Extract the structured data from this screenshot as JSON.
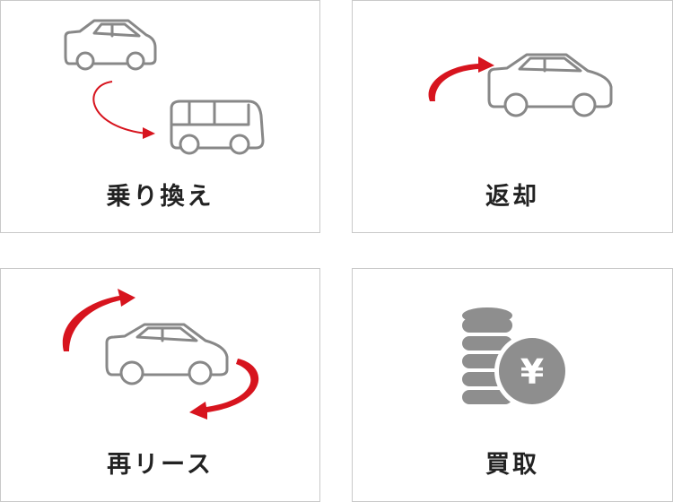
{
  "options": [
    {
      "label": "乗り換え",
      "icon": "car-to-bus-icon"
    },
    {
      "label": "返却",
      "icon": "car-return-icon"
    },
    {
      "label": "再リース",
      "icon": "car-cycle-icon"
    },
    {
      "label": "買取",
      "icon": "yen-coins-icon"
    }
  ],
  "colors": {
    "accent": "#d7141e",
    "outline": "#888888",
    "coin": "#8e8e8e",
    "border": "#c9c9c9",
    "text": "#222222"
  }
}
